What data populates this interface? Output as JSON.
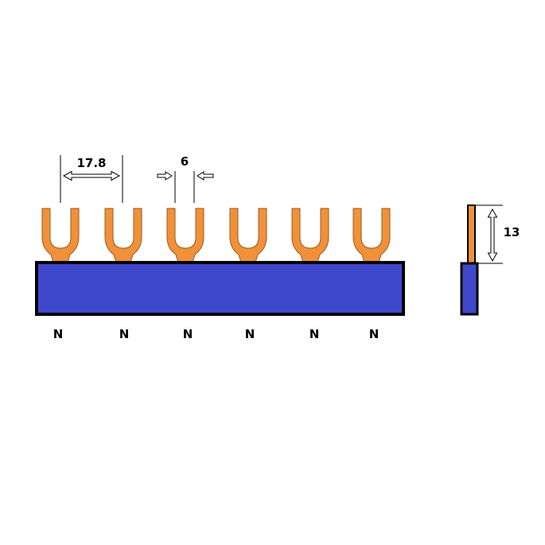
{
  "dimensions": {
    "pitch": "17.8",
    "slot": "6",
    "height": "13"
  },
  "terminals": [
    {
      "label": "N"
    },
    {
      "label": "N"
    },
    {
      "label": "N"
    },
    {
      "label": "N"
    },
    {
      "label": "N"
    },
    {
      "label": "N"
    }
  ],
  "colors": {
    "bar": "#3f48cc",
    "fork": "#f0913a",
    "outline": "#000000"
  }
}
